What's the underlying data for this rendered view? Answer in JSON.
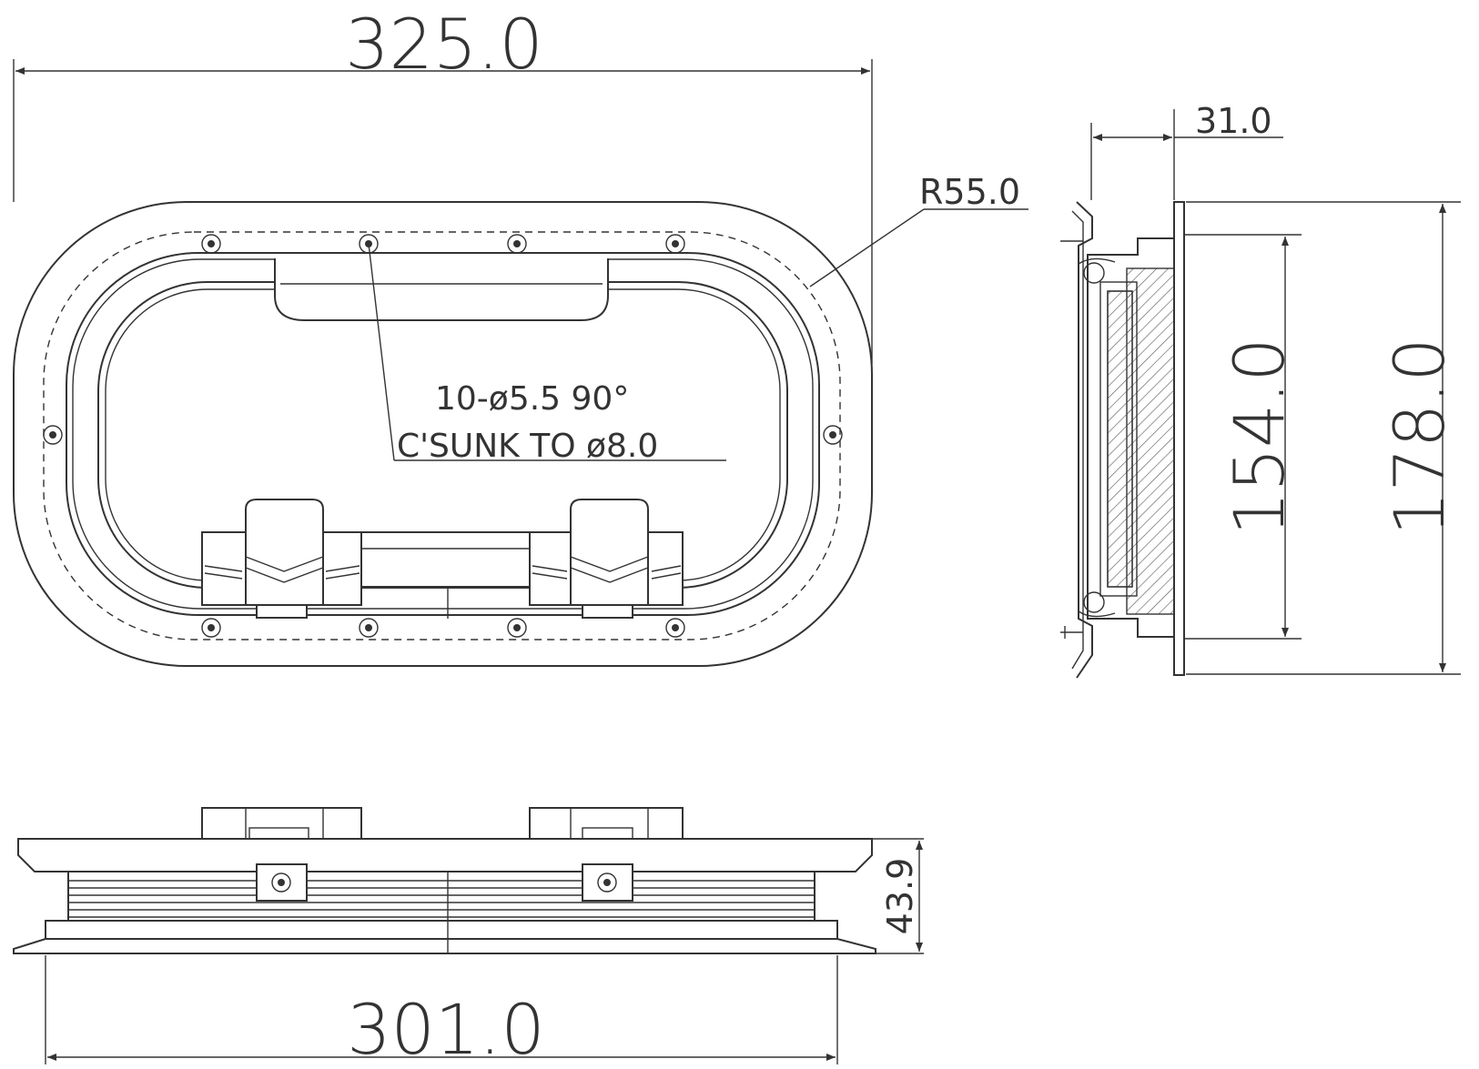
{
  "drawing": {
    "dimensions": {
      "overall_width": "325.0",
      "bottom_width": "301.0",
      "depth": "31.0",
      "radius": "R55.0",
      "opening_height": "154.0",
      "overall_height": "178.0",
      "thickness": "43.9"
    },
    "note": {
      "line1": "10-ø5.5 90°",
      "line2": "C'SUNK TO ø8.0"
    }
  }
}
